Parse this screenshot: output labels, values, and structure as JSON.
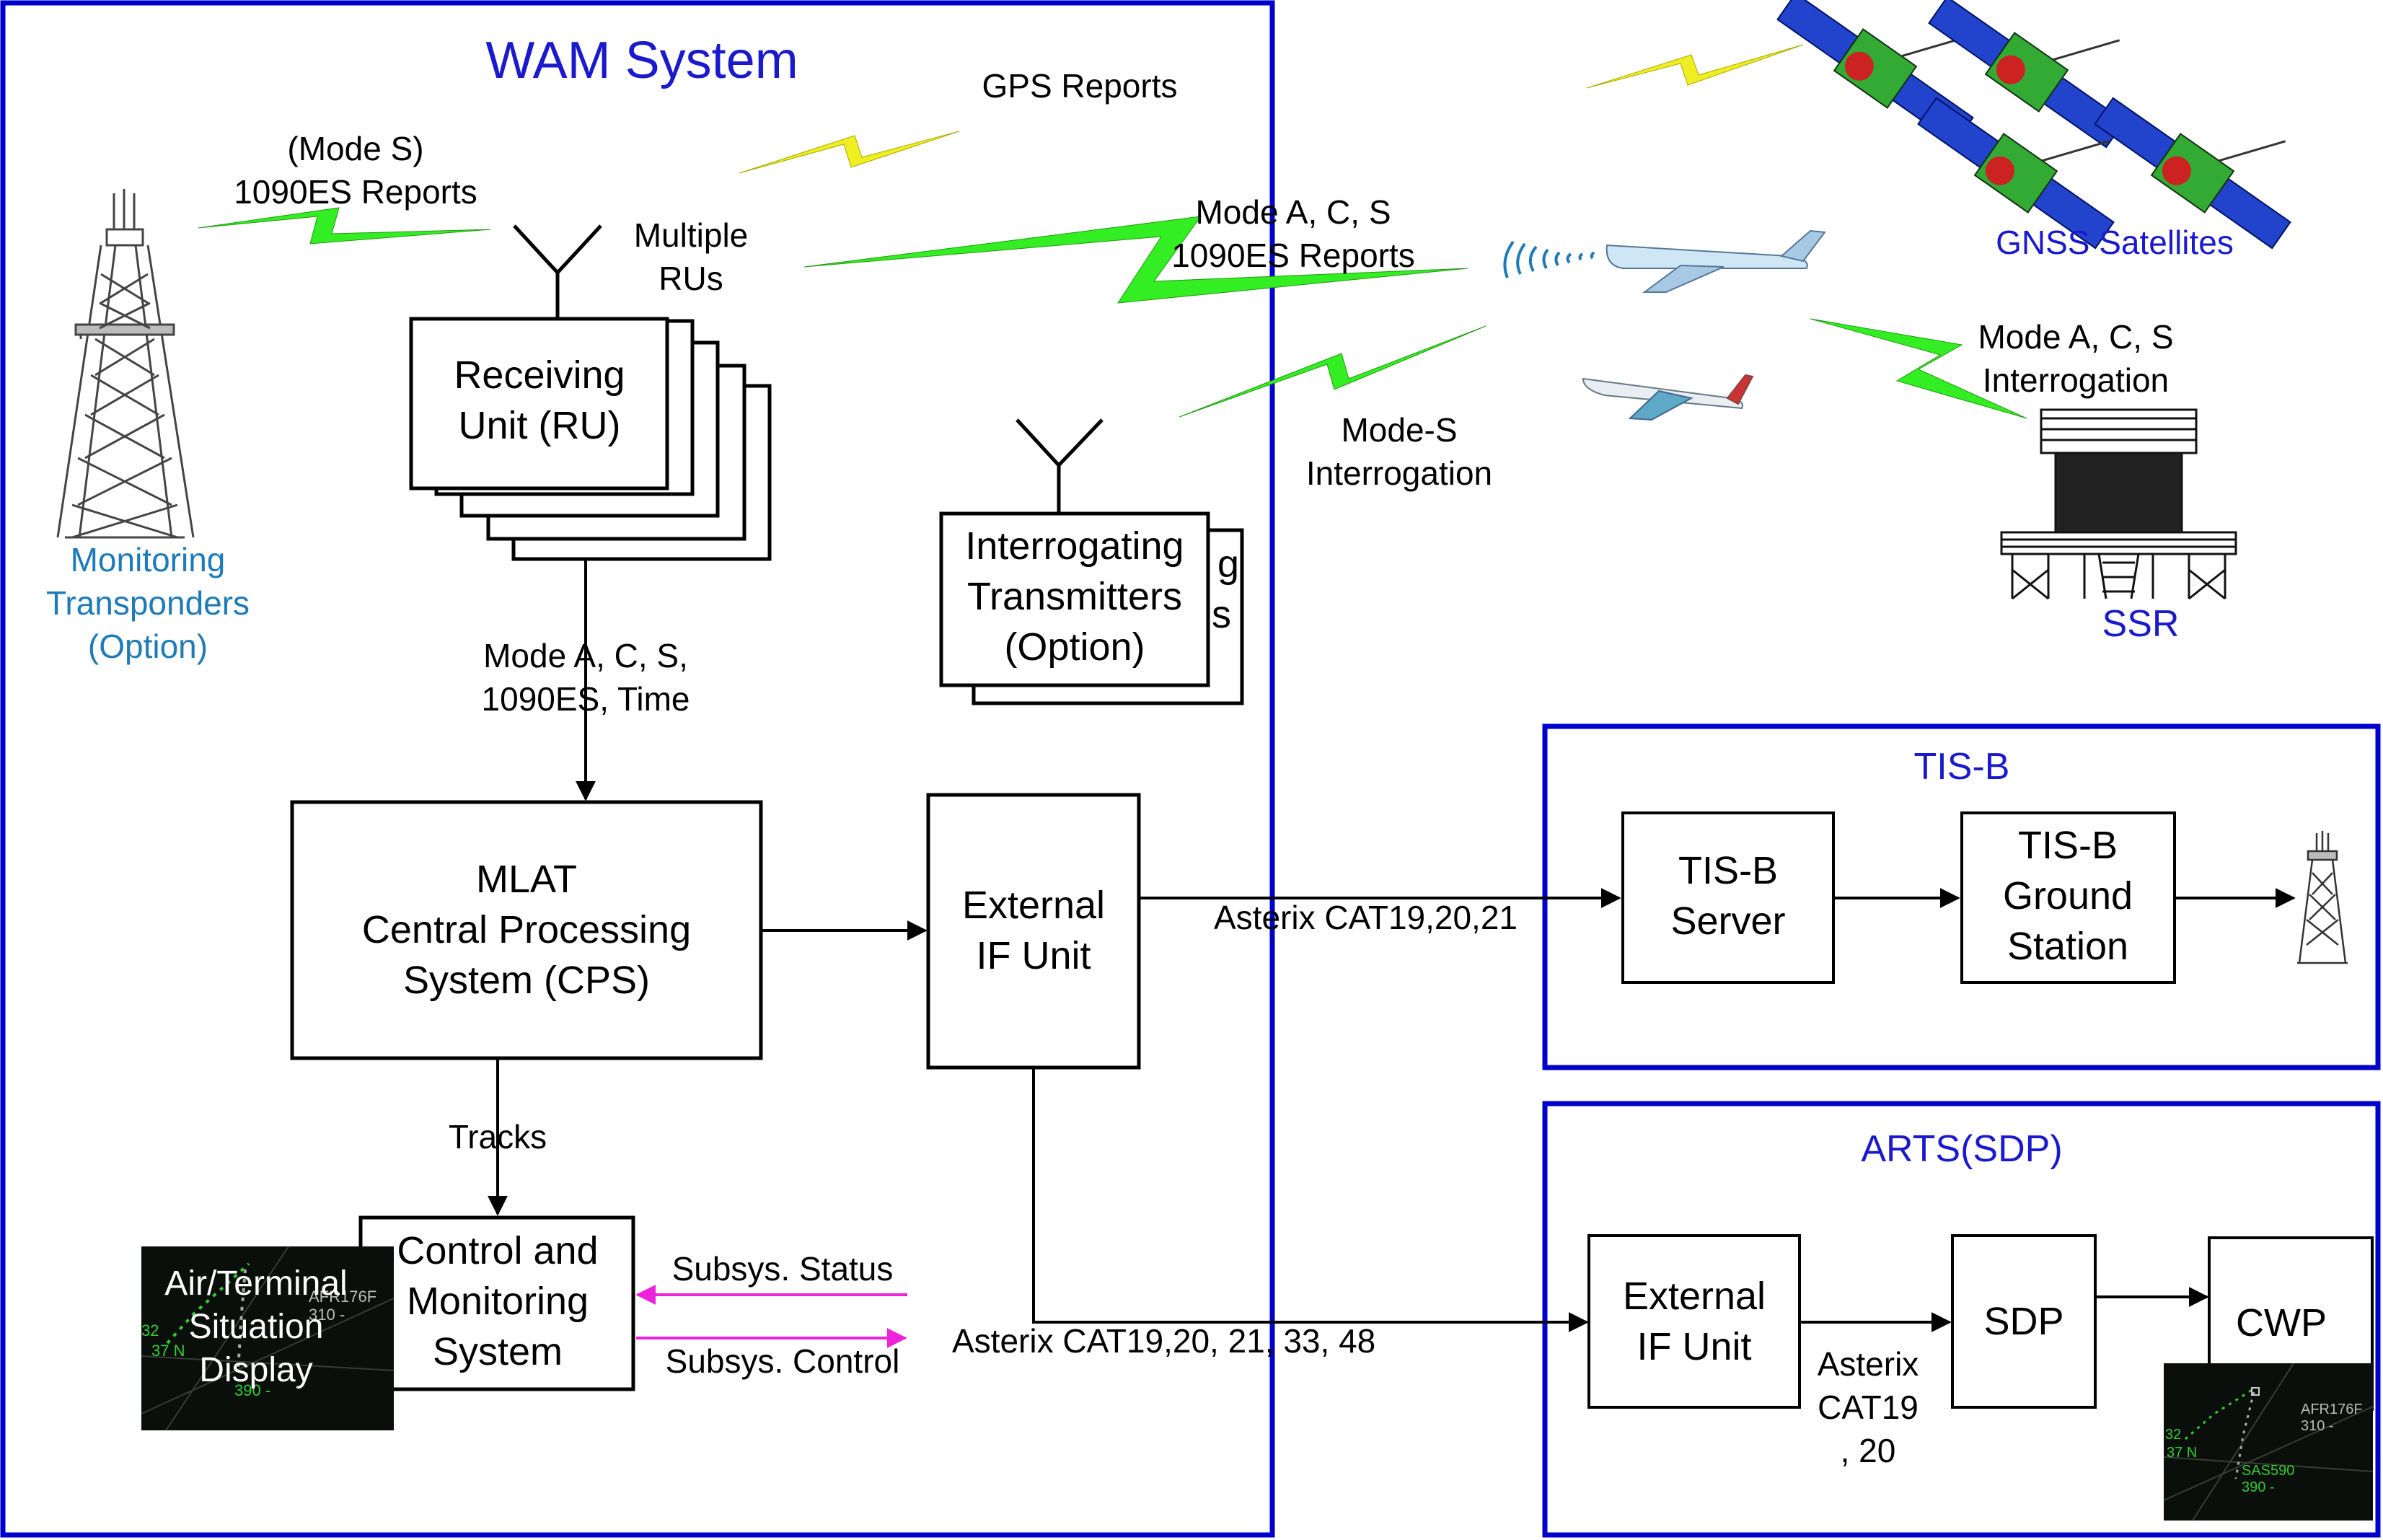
{
  "wam": {
    "title": "WAM System",
    "mode_s_label": "(Mode S)",
    "es_reports": "1090ES Reports",
    "gps_reports": "GPS Reports",
    "mode_acs_line1": "Mode A, C, S",
    "mode_acs_line2": "1090ES Reports",
    "multiple": "Multiple",
    "rus": "RUs",
    "ru_line1": "Receiving",
    "ru_line2": "Unit (RU)",
    "monitor_line1": "Monitoring",
    "monitor_line2": "Transponders",
    "monitor_line3": "(Option)",
    "modes_time_line1": "Mode A, C, S,",
    "modes_time_line2": "1090ES, Time",
    "interrog_line1": "Interrogating",
    "interrog_line2": "Transmitters",
    "interrog_line3": "(Option)",
    "behind_g": "g",
    "behind_s": "s",
    "mlat_line1": "MLAT",
    "mlat_line2": "Central Processing",
    "mlat_line3": "System (CPS)",
    "extif_line1": "External",
    "extif_line2": "IF Unit",
    "tracks": "Tracks",
    "cms_line1": "Control and",
    "cms_line2": "Monitoring",
    "cms_line3": "System",
    "status": "Subsys. Status",
    "control": "Subsys. Control",
    "display_line1": "Air/Terminal",
    "display_line2": "Situation",
    "display_line3": "Display"
  },
  "external": {
    "gnss": "GNSS Satellites",
    "modes_interrog_line1": "Mode-S",
    "modes_interrog_line2": "Interrogation",
    "ssr_interrog_line1": "Mode A, C, S",
    "ssr_interrog_line2": "Interrogation",
    "ssr": "SSR",
    "asterix_tisb": "Asterix CAT19,20,21",
    "asterix_arts": "Asterix CAT19,20, 21, 33, 48"
  },
  "tisb": {
    "title": "TIS-B",
    "server_line1": "TIS-B",
    "server_line2": "Server",
    "gs_line1": "TIS-B",
    "gs_line2": "Ground",
    "gs_line3": "Station"
  },
  "arts": {
    "title": "ARTS(SDP)",
    "extif_line1": "External",
    "extif_line2": "IF Unit",
    "sdp": "SDP",
    "cwp": "CWP",
    "asterix_line1": "Asterix",
    "asterix_line2": "CAT19",
    "asterix_line3": ", 20"
  },
  "radar_text": {
    "callsign1": "AFR176F",
    "alt1": "310 -",
    "callsign2": "SAS590",
    "alt2": "390 -",
    "lat": "37 N",
    "num": "32"
  },
  "colors": {
    "blue_frame": "#0000cc",
    "title_blue": "#1a1acc",
    "monitor_blue": "#1e7bb8",
    "lightning_green": "#33ee22",
    "lightning_yellow": "#eeee22",
    "magenta": "#ee22dd"
  }
}
